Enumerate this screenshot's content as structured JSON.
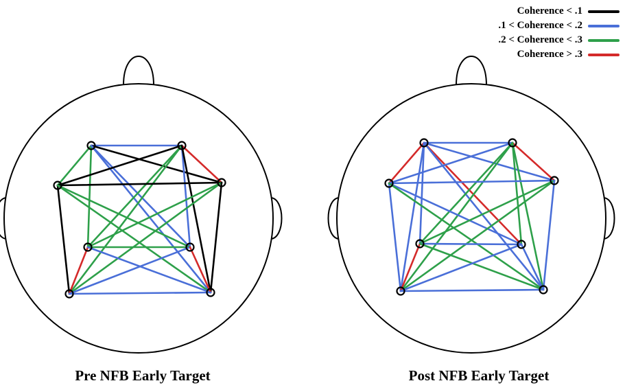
{
  "legend": [
    {
      "label": "Coherence < .1",
      "color": "#000000"
    },
    {
      "label": ".1 < Coherence < .2",
      "color": "#4a6fd8"
    },
    {
      "label": ".2 < Coherence < .3",
      "color": "#2ea04a"
    },
    {
      "label": "Coherence > .3",
      "color": "#d42a2a"
    }
  ],
  "heads": [
    {
      "caption": "Pre NFB Early Target",
      "connections": [
        [
          0,
          1,
          1
        ],
        [
          0,
          2,
          2
        ],
        [
          0,
          3,
          0
        ],
        [
          0,
          4,
          2
        ],
        [
          0,
          5,
          1
        ],
        [
          0,
          7,
          1
        ],
        [
          1,
          2,
          0
        ],
        [
          1,
          3,
          3
        ],
        [
          1,
          4,
          2
        ],
        [
          1,
          5,
          1
        ],
        [
          1,
          6,
          2
        ],
        [
          1,
          7,
          0
        ],
        [
          2,
          3,
          0
        ],
        [
          2,
          5,
          2
        ],
        [
          2,
          6,
          0
        ],
        [
          2,
          7,
          2
        ],
        [
          3,
          4,
          2
        ],
        [
          3,
          6,
          2
        ],
        [
          3,
          7,
          0
        ],
        [
          4,
          5,
          2
        ],
        [
          4,
          6,
          3
        ],
        [
          4,
          7,
          1
        ],
        [
          5,
          6,
          1
        ],
        [
          5,
          7,
          3
        ],
        [
          6,
          7,
          1
        ]
      ]
    },
    {
      "caption": "Post NFB Early Target",
      "connections": [
        [
          0,
          1,
          1
        ],
        [
          0,
          2,
          3
        ],
        [
          0,
          3,
          1
        ],
        [
          0,
          4,
          1
        ],
        [
          0,
          5,
          3
        ],
        [
          0,
          6,
          1
        ],
        [
          0,
          7,
          1
        ],
        [
          1,
          2,
          1
        ],
        [
          1,
          3,
          3
        ],
        [
          1,
          4,
          2
        ],
        [
          1,
          5,
          2
        ],
        [
          1,
          6,
          2
        ],
        [
          1,
          7,
          2
        ],
        [
          2,
          3,
          1
        ],
        [
          2,
          5,
          1
        ],
        [
          2,
          6,
          1
        ],
        [
          2,
          7,
          2
        ],
        [
          3,
          4,
          2
        ],
        [
          3,
          6,
          2
        ],
        [
          3,
          7,
          1
        ],
        [
          4,
          5,
          1
        ],
        [
          4,
          6,
          3
        ],
        [
          4,
          7,
          2
        ],
        [
          5,
          6,
          1
        ],
        [
          5,
          7,
          1
        ],
        [
          6,
          7,
          1
        ]
      ]
    }
  ]
}
